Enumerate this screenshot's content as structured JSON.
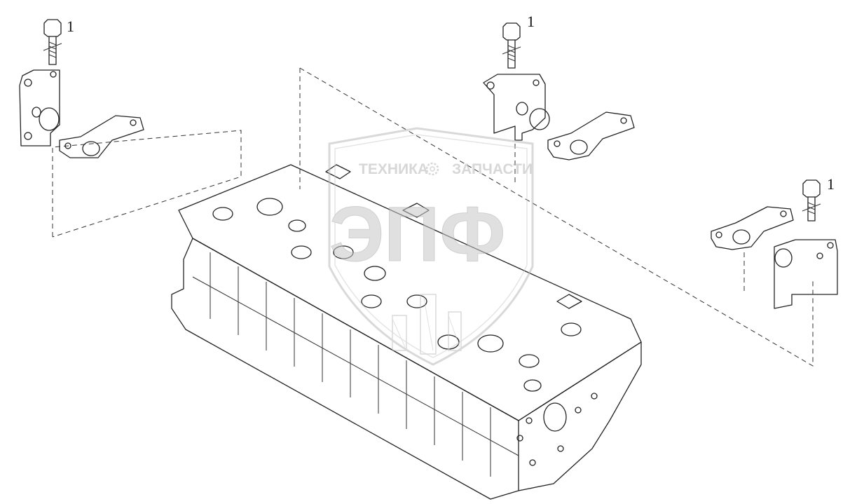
{
  "diagram": {
    "callouts": [
      {
        "id": "bolt-left",
        "label": "1"
      },
      {
        "id": "bolt-middle",
        "label": "1"
      },
      {
        "id": "bolt-right",
        "label": "1"
      }
    ]
  },
  "watermark": {
    "line1_left": "ТЕХНИКА",
    "line1_right": "ЗАПЧАСТИ",
    "big_letters": "ЭПФ",
    "color": "#c8c8c8",
    "icon": "gear-icon"
  },
  "colors": {
    "line": "#222222",
    "background": "#ffffff"
  }
}
